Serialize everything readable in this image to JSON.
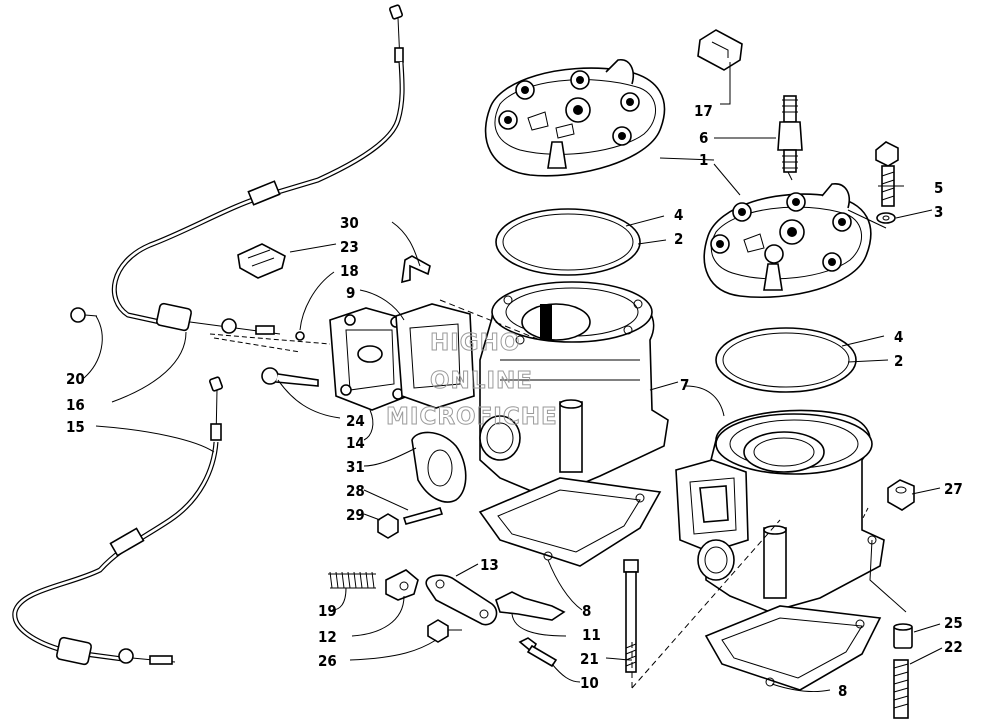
{
  "watermark": [
    "HIGHO",
    "ONLINE",
    "MICROFICHE"
  ],
  "callouts": [
    {
      "id": "c1",
      "text": "1"
    },
    {
      "id": "c2a",
      "text": "2"
    },
    {
      "id": "c2b",
      "text": "2"
    },
    {
      "id": "c3",
      "text": "3"
    },
    {
      "id": "c4a",
      "text": "4"
    },
    {
      "id": "c4b",
      "text": "4"
    },
    {
      "id": "c5",
      "text": "5"
    },
    {
      "id": "c6",
      "text": "6"
    },
    {
      "id": "c7",
      "text": "7"
    },
    {
      "id": "c8a",
      "text": "8"
    },
    {
      "id": "c8b",
      "text": "8"
    },
    {
      "id": "c9",
      "text": "9"
    },
    {
      "id": "c10",
      "text": "10"
    },
    {
      "id": "c11",
      "text": "11"
    },
    {
      "id": "c12",
      "text": "12"
    },
    {
      "id": "c13",
      "text": "13"
    },
    {
      "id": "c14",
      "text": "14"
    },
    {
      "id": "c15",
      "text": "15"
    },
    {
      "id": "c16",
      "text": "16"
    },
    {
      "id": "c17",
      "text": "17"
    },
    {
      "id": "c18",
      "text": "18"
    },
    {
      "id": "c19",
      "text": "19"
    },
    {
      "id": "c20",
      "text": "20"
    },
    {
      "id": "c21",
      "text": "21"
    },
    {
      "id": "c22",
      "text": "22"
    },
    {
      "id": "c23",
      "text": "23"
    },
    {
      "id": "c24",
      "text": "24"
    },
    {
      "id": "c25",
      "text": "25"
    },
    {
      "id": "c26",
      "text": "26"
    },
    {
      "id": "c27",
      "text": "27"
    },
    {
      "id": "c28",
      "text": "28"
    },
    {
      "id": "c29",
      "text": "29"
    },
    {
      "id": "c30",
      "text": "30"
    },
    {
      "id": "c31",
      "text": "31"
    }
  ]
}
